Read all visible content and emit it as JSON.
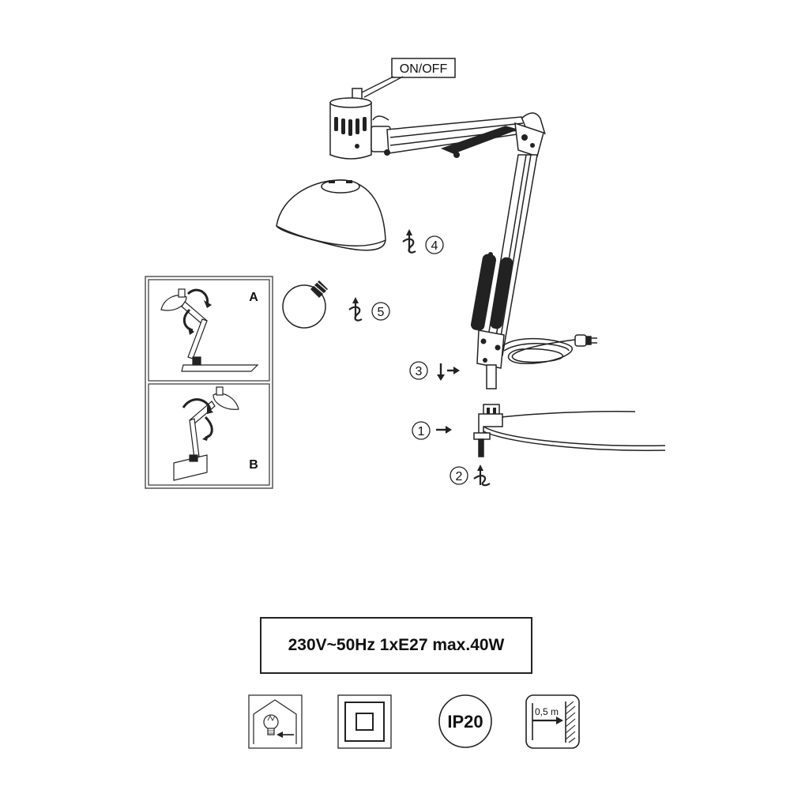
{
  "switch_label": "ON/OFF",
  "steps": [
    {
      "number": "1"
    },
    {
      "number": "2"
    },
    {
      "number": "3"
    },
    {
      "number": "4"
    },
    {
      "number": "5"
    }
  ],
  "mounting_options": [
    {
      "label": "A"
    },
    {
      "label": "B"
    }
  ],
  "rating": "230V~50Hz 1xE27 max.40W",
  "symbols": {
    "bulb_icon": "bulb-in-house-icon",
    "class_icon": "double-square-class-ii-icon",
    "ip_rating": "IP20",
    "distance": "0,5 m"
  },
  "colors": {
    "line": "#222222",
    "fill": "#ffffff"
  }
}
